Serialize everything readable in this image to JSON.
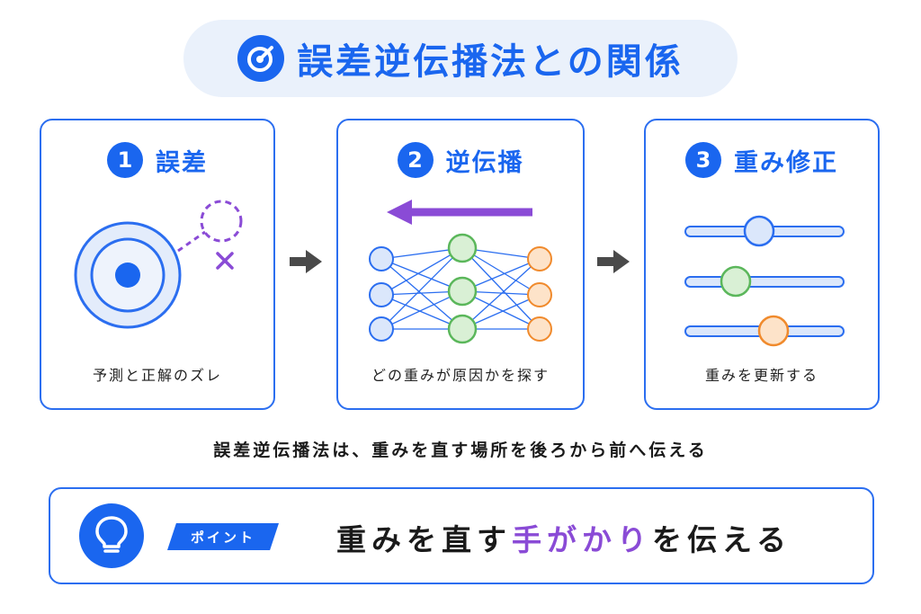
{
  "title": "誤差逆伝播法との関係",
  "cards": [
    {
      "number": "1",
      "title": "誤差",
      "caption": "予測と正解のズレ"
    },
    {
      "number": "2",
      "title": "逆伝播",
      "caption": "どの重みが原因かを探す"
    },
    {
      "number": "3",
      "title": "重み修正",
      "caption": "重みを更新する"
    }
  ],
  "summary": "誤差逆伝播法は、重みを直す場所を後ろから前へ伝える",
  "point": {
    "tag": "ポイント",
    "text_before": "重みを直す",
    "text_highlight": "手がかり",
    "text_after": "を伝える"
  },
  "colors": {
    "primary": "#1a66ef",
    "purple": "#8a4bd6",
    "green": "#5bb75b",
    "orange": "#f08a2c",
    "light_blue": "#dbe7fb"
  }
}
